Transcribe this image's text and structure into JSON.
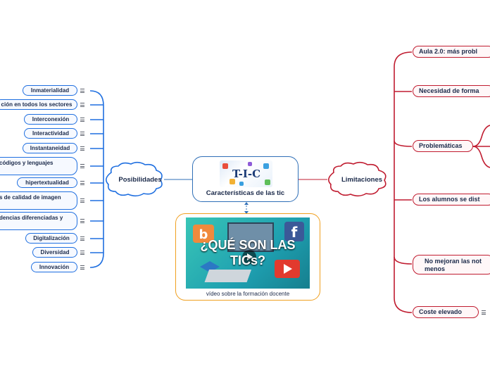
{
  "center": {
    "title": "Características de las tic",
    "logo_text": "T-I-C"
  },
  "video": {
    "headline_line1": "¿QUÉ SON LAS",
    "headline_line2": "TICs?",
    "caption": "vídeo sobre la formación docente"
  },
  "left_branch": {
    "label": "Posibilidades",
    "items": [
      {
        "label": "Inmaterialidad"
      },
      {
        "label": "ción en todos los sectores"
      },
      {
        "label": "Interconexión"
      },
      {
        "label": "Interactividad"
      },
      {
        "label": "Instantaneidad"
      },
      {
        "label": "códigos y lenguajes"
      },
      {
        "label": "hipertextualidad"
      },
      {
        "label": "s de calidad de imagen"
      },
      {
        "label": "dencias diferenciadas y"
      },
      {
        "label": "Digitalización"
      },
      {
        "label": "Diversidad"
      },
      {
        "label": "Innovación"
      }
    ]
  },
  "right_branch": {
    "label": "Limitaciones",
    "items": [
      {
        "label": "Aula 2.0: más probl"
      },
      {
        "label": "Necesidad de forma"
      },
      {
        "label": "Problemáticas"
      },
      {
        "label": "Los alumnos se dist"
      },
      {
        "label": "No mejoran las not menos"
      },
      {
        "label": "Coste elevado"
      }
    ]
  },
  "colors": {
    "left": "#1f6fe0",
    "right": "#c01c30",
    "center": "#2f6fb7",
    "video": "#f0a020"
  }
}
